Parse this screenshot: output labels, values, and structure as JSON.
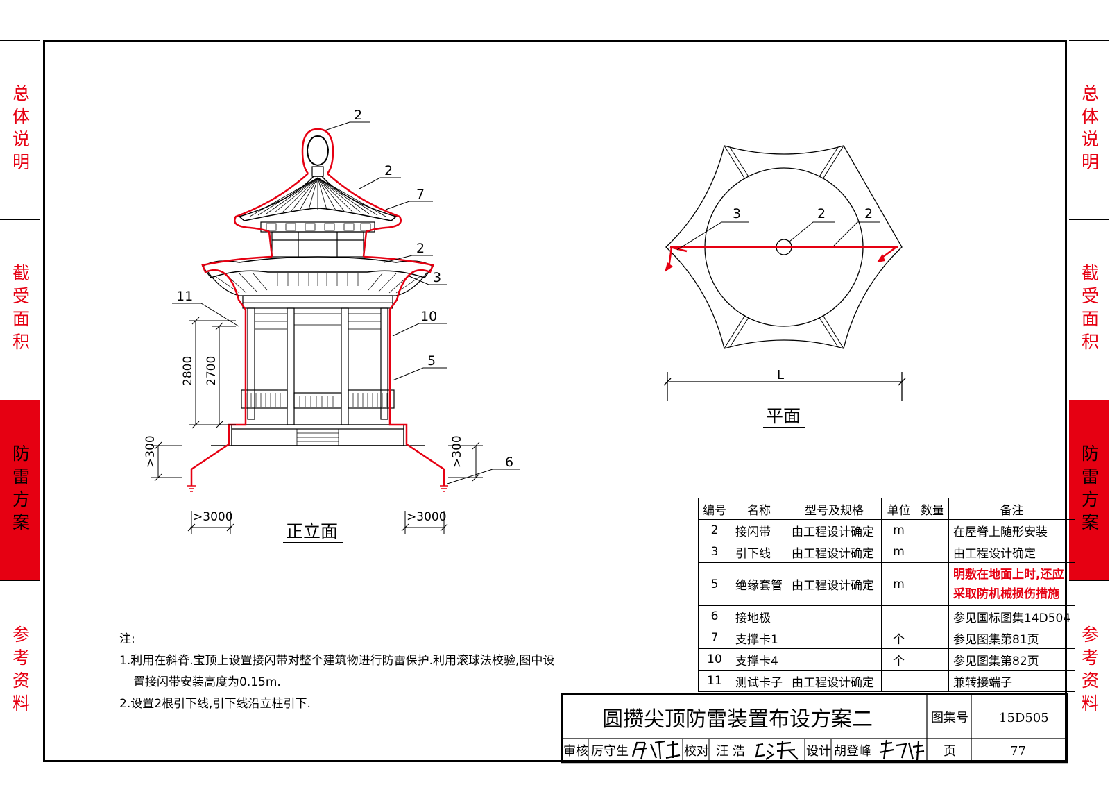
{
  "side_tabs": {
    "left": [
      {
        "label": "总体说明",
        "active": false
      },
      {
        "label": "截受面积",
        "active": false
      },
      {
        "label": "防雷方案",
        "active": true
      },
      {
        "label": "参考资料",
        "active": false
      }
    ],
    "right": [
      {
        "label": "总体说明",
        "active": false
      },
      {
        "label": "截受面积",
        "active": false
      },
      {
        "label": "防雷方案",
        "active": true
      },
      {
        "label": "参考资料",
        "active": false
      }
    ]
  },
  "colors": {
    "accent": "#e60012",
    "line": "#000000"
  },
  "elevation": {
    "title": "正立面",
    "callouts": [
      "2",
      "2",
      "7",
      "2",
      "3",
      "11",
      "10",
      "5",
      "6"
    ],
    "dims": {
      "h1": "2800",
      "h2": "2700",
      "base_left": "300",
      "base_right": "300",
      "ext_left": "3000",
      "ext_right": "3000"
    }
  },
  "plan": {
    "title": "平面",
    "callouts": [
      "3",
      "2",
      "2"
    ],
    "dim": "L"
  },
  "notes": {
    "heading": "注:",
    "line1a": "1.利用在斜脊.宝顶上设置接闪带对整个建筑物进行防雷保护.利用滚球法校验,图中设",
    "line1b": "置接闪带安装高度为0.15m.",
    "line2": "2.设置2根引下线,引下线沿立柱引下."
  },
  "parts_table": {
    "headers": [
      "编号",
      "名称",
      "型号及规格",
      "单位",
      "数量",
      "备注"
    ],
    "rows": [
      {
        "no": "2",
        "name": "接闪带",
        "spec": "由工程设计确定",
        "unit": "m",
        "qty": "",
        "remark": "在屋脊上随形安装"
      },
      {
        "no": "3",
        "name": "引下线",
        "spec": "由工程设计确定",
        "unit": "m",
        "qty": "",
        "remark": "由工程设计确定"
      },
      {
        "no": "5",
        "name": "绝缘套管",
        "spec": "由工程设计确定",
        "unit": "m",
        "qty": "",
        "remark": "明敷在地面上时,还应",
        "remark2": "采取防机械损伤措施"
      },
      {
        "no": "6",
        "name": "接地极",
        "spec": "",
        "unit": "",
        "qty": "",
        "remark": "参见国标图集14D504"
      },
      {
        "no": "7",
        "name": "支撑卡1",
        "spec": "",
        "unit": "个",
        "qty": "",
        "remark": "参见图集第81页"
      },
      {
        "no": "10",
        "name": "支撑卡4",
        "spec": "",
        "unit": "个",
        "qty": "",
        "remark": "参见图集第82页"
      },
      {
        "no": "11",
        "name": "测试卡子",
        "spec": "由工程设计确定",
        "unit": "",
        "qty": "",
        "remark": "兼转接端子"
      }
    ]
  },
  "title_block": {
    "title": "圆攒尖顶防雷装置布设方案二",
    "atlas_label": "图集号",
    "atlas_no": "15D505",
    "page_label": "页",
    "page_no": "77",
    "review_label": "审核",
    "reviewer": "厉守生",
    "check_label": "校对",
    "checker": "汪 浩",
    "design_label": "设计",
    "designer": "胡登峰"
  }
}
